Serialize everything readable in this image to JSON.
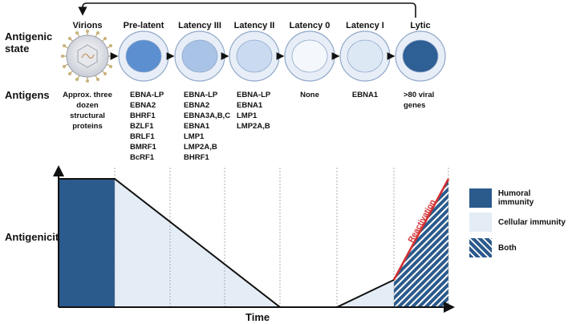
{
  "labels": {
    "antigenic_state": "Antigenic state",
    "antigens": "Antigens",
    "antigenicity": "Antigenicity",
    "time": "Time",
    "reactivation": "Reactivation"
  },
  "states": [
    {
      "name": "Virions",
      "antigens": [
        "Approx. three",
        "dozen",
        "structural",
        "proteins"
      ],
      "center": true,
      "fill": "virion"
    },
    {
      "name": "Pre-latent",
      "antigens": [
        "EBNA-LP",
        "EBNA2",
        "BHRF1",
        "BZLF1",
        "BRLF1",
        "BMRF1",
        "BcRF1"
      ],
      "center": false,
      "fill": "#5b8fd0"
    },
    {
      "name": "Latency III",
      "antigens": [
        "EBNA-LP",
        "EBNA2",
        "EBNA3A,B,C",
        "EBNA1",
        "LMP1",
        "LMP2A,B",
        "BHRF1"
      ],
      "center": false,
      "fill": "#a9c3e6"
    },
    {
      "name": "Latency II",
      "antigens": [
        "EBNA-LP",
        "EBNA1",
        "LMP1",
        "LMP2A,B"
      ],
      "center": false,
      "fill": "#c9daf1"
    },
    {
      "name": "Latency 0",
      "antigens": [
        "None"
      ],
      "center": true,
      "fill": "#eef4fb"
    },
    {
      "name": "Latency I",
      "antigens": [
        "EBNA1"
      ],
      "center": true,
      "fill": "#dde8f5"
    },
    {
      "name": "Lytic",
      "antigens": [
        ">80 viral",
        "genes"
      ],
      "center": false,
      "fill": "#2e5f95"
    }
  ],
  "legend": [
    {
      "label": "Humoral immunity",
      "kind": "humoral"
    },
    {
      "label": "Cellular immunity",
      "kind": "cellular"
    },
    {
      "label": "Both",
      "kind": "both"
    }
  ],
  "colors": {
    "humoral": "#2b5a8c",
    "cellular": "#e4ecf6",
    "reactivation_line": "#d32f2f",
    "stripe_bg": "#2b5a8c",
    "stripe_fg": "#ffffff"
  }
}
